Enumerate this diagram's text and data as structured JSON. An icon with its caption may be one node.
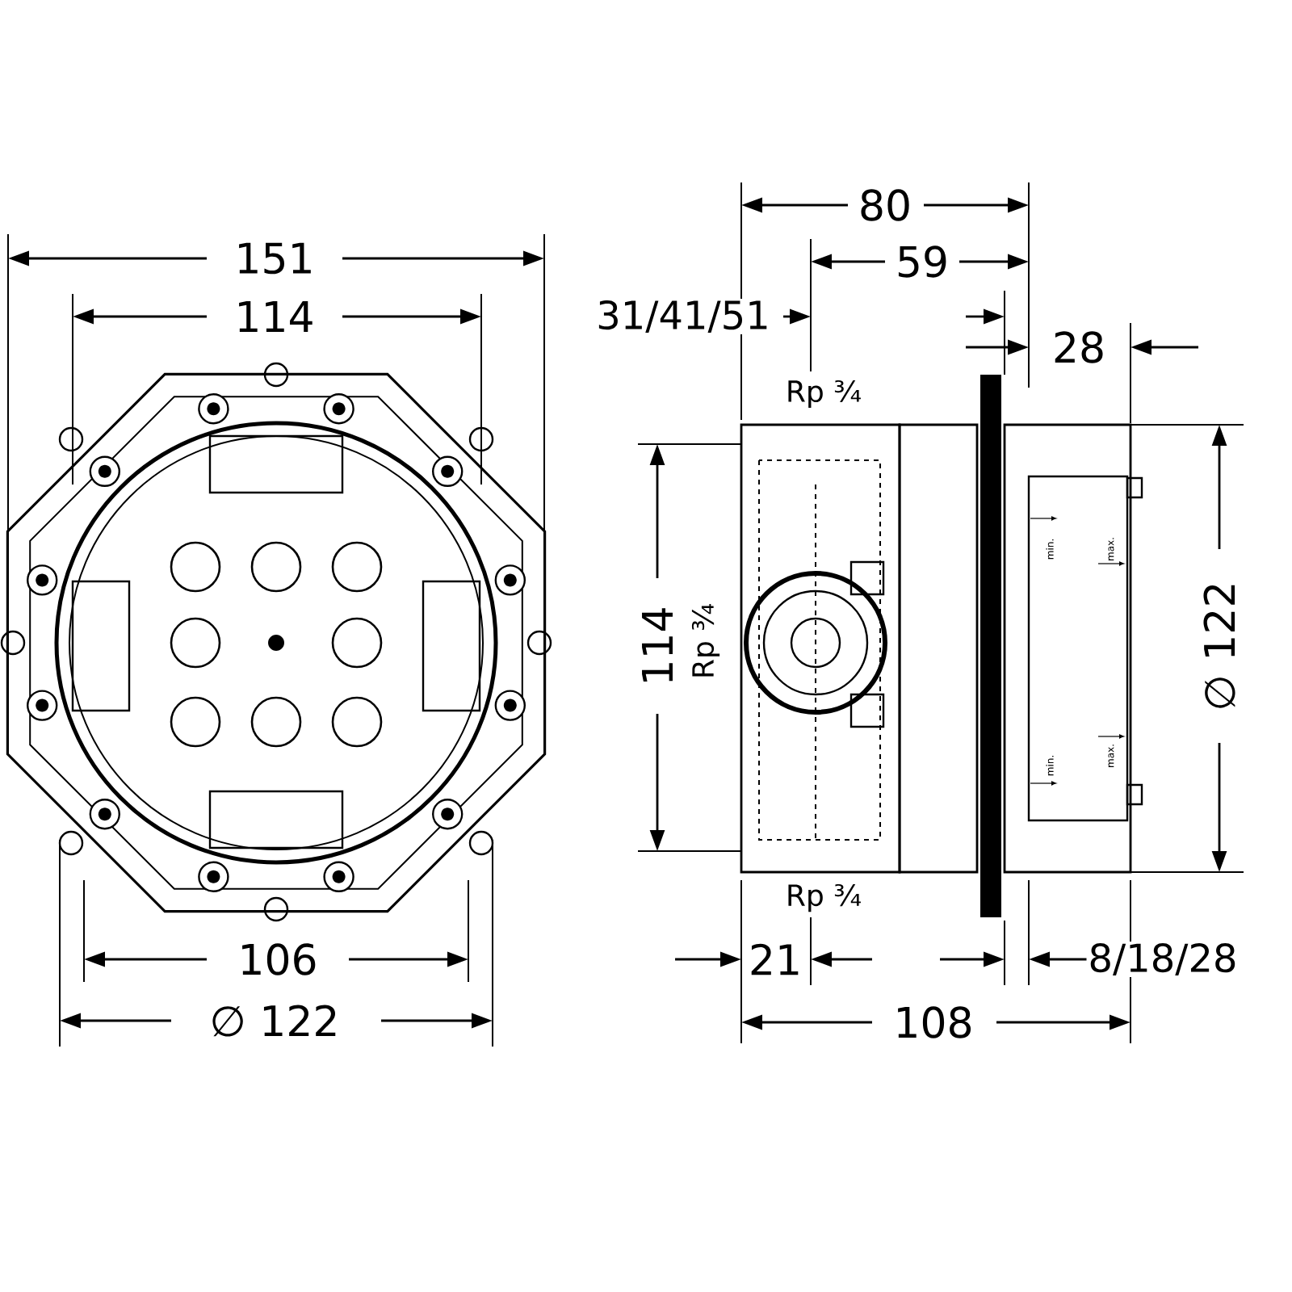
{
  "diagram": {
    "labels": [
      "151",
      "114",
      "106",
      "∅ 122",
      "80",
      "59",
      "31/41/51",
      "28",
      "Rp ¾",
      "114",
      "Rp ¾",
      "∅ 122",
      "min.",
      "max.",
      "min.",
      "max.",
      "Rp ¾",
      "21",
      "108",
      "8/18/28"
    ]
  }
}
